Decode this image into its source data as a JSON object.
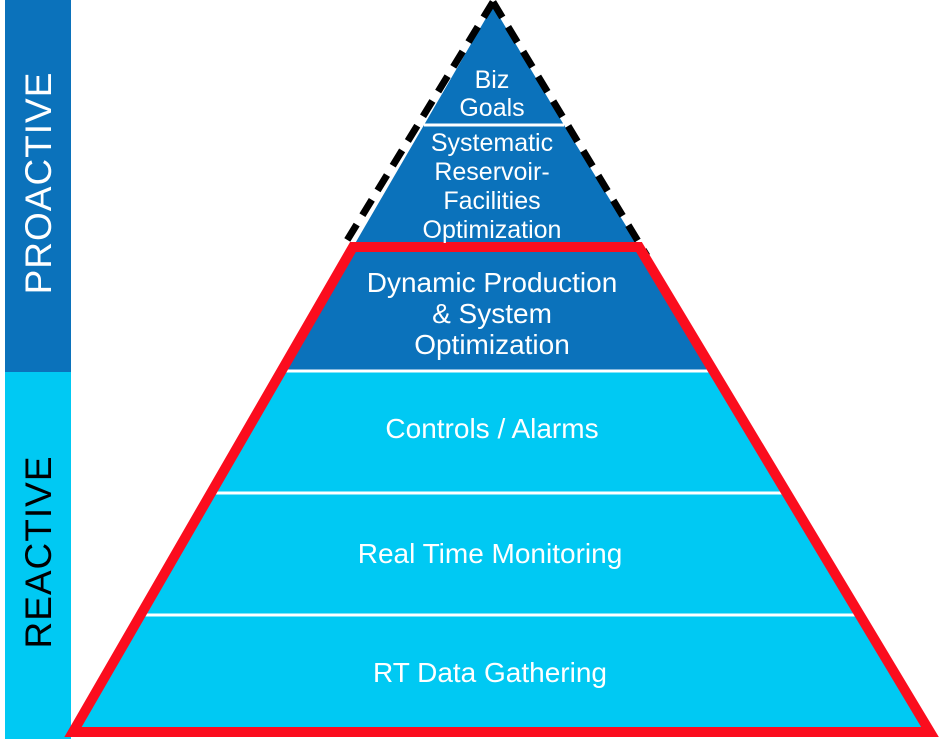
{
  "sidebar": {
    "proactive_label": "PROACTIVE",
    "reactive_label": "REACTIVE"
  },
  "pyramid": {
    "levels": [
      {
        "id": "biz-goals",
        "zone": "proactive",
        "lines": [
          "Biz",
          "Goals"
        ]
      },
      {
        "id": "systematic-reservoir-facilities-optimization",
        "zone": "proactive",
        "lines": [
          "Systematic",
          "Reservoir-",
          "Facilities",
          "Optimization"
        ]
      },
      {
        "id": "dynamic-production-system-optimization",
        "zone": "proactive",
        "lines": [
          "Dynamic Production",
          "& System",
          "Optimization"
        ]
      },
      {
        "id": "controls-alarms",
        "zone": "reactive",
        "lines": [
          "Controls / Alarms"
        ]
      },
      {
        "id": "real-time-monitoring",
        "zone": "reactive",
        "lines": [
          "Real Time Monitoring"
        ]
      },
      {
        "id": "rt-data-gathering",
        "zone": "reactive",
        "lines": [
          "RT Data Gathering"
        ]
      }
    ]
  },
  "colors": {
    "dark_blue": "#0b72bb",
    "cyan": "#00c9f3",
    "red": "#fb0d1e",
    "dash_black": "#000000",
    "divider_white": "#ffffff",
    "text_light": "#ffffff",
    "text_dark": "#000000"
  }
}
